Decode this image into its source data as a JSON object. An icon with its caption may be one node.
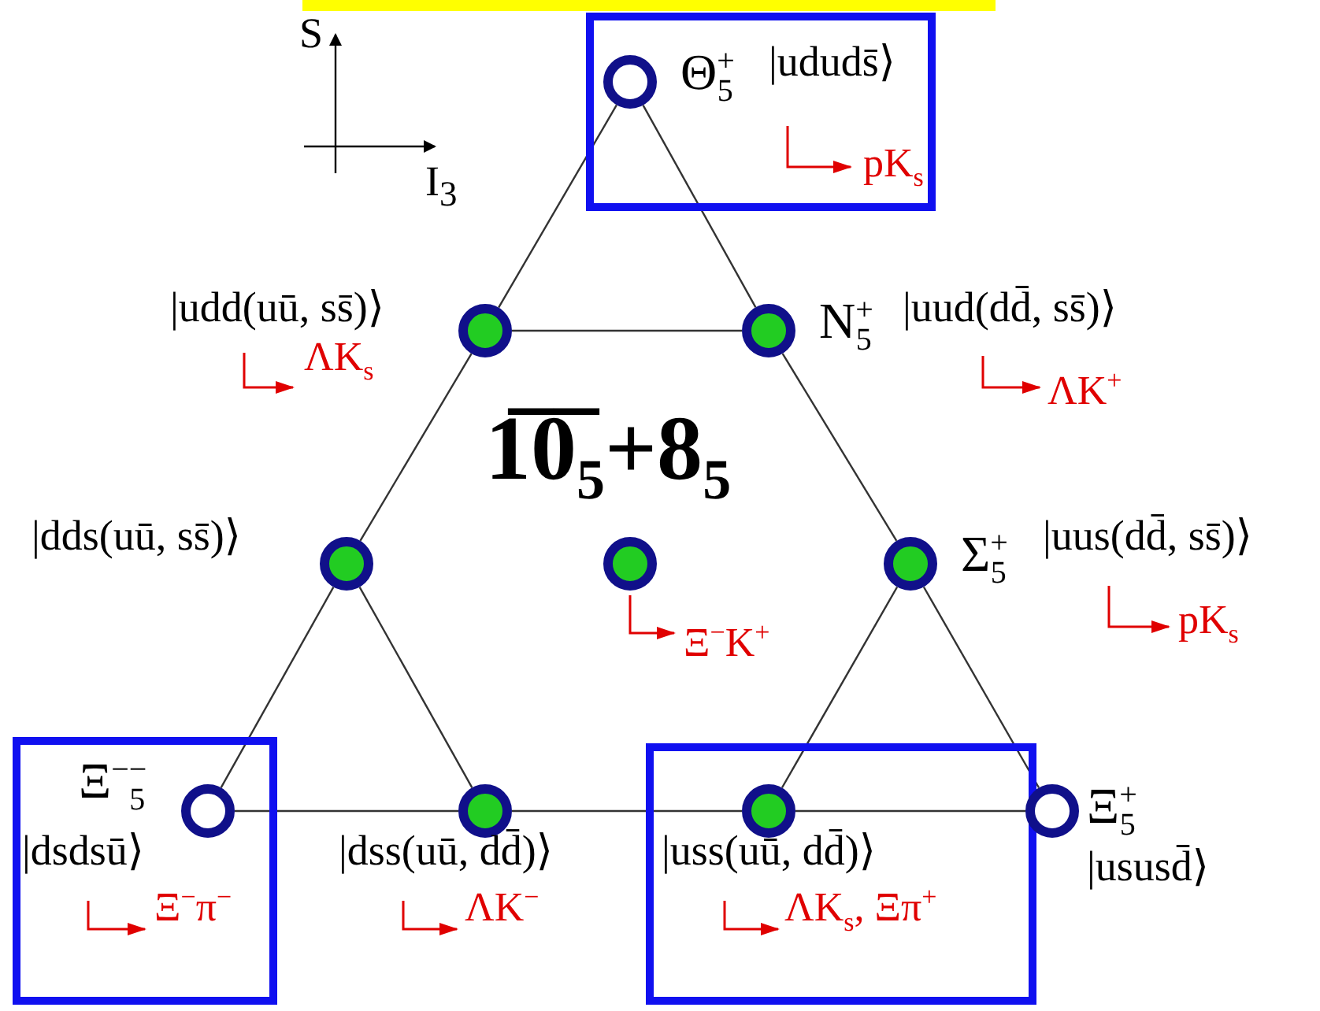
{
  "diagram": {
    "nodes": [
      {
        "text": [],
        "shape": "box"
      },
      {
        "text": [],
        "shape": "circle",
        "in": 0,
        "beside": [
          "Θ$^{+}$$_{5}$",
          "|ududs̄⟩",
          "pK$_{s}$"
        ]
      },
      {
        "text": [],
        "shape": "circle",
        "beside": [
          "|udd(uū, ss̄)⟩",
          "ΛK$_{s}$"
        ]
      },
      {
        "text": [],
        "shape": "circle",
        "beside": [
          "N$^{+}$$_{5}$",
          "|uud(dd̄, ss̄)⟩",
          "ΛK$^{+}$"
        ]
      },
      {
        "text": [],
        "shape": "circle",
        "beside": [
          "|dds(uū, ss̄)⟩"
        ]
      },
      {
        "text": [],
        "shape": "circle",
        "beside": [
          "Ξ$^{−}$K$^{+}$"
        ]
      },
      {
        "text": [],
        "shape": "circle",
        "beside": [
          "Σ$^{+}$$_{5}$",
          "|uus(dd̄, ss̄)⟩",
          "pK$_{s}$"
        ]
      },
      {
        "text": [],
        "shape": "box"
      },
      {
        "text": [],
        "shape": "circle",
        "in": 7,
        "beside": [
          "Ξ$^{−−}$$_{5}$",
          "|dsdsū⟩",
          "Ξ$^{−}$π$^{−}$"
        ]
      },
      {
        "text": [],
        "shape": "circle",
        "beside": [
          "|dss(uū, dd̄)⟩",
          "ΛK$^{−}$"
        ]
      },
      {
        "text": [],
        "shape": "box"
      },
      {
        "text": [],
        "shape": "circle",
        "in": 10,
        "beside": [
          "|uss(uū, dd̄)⟩",
          "ΛK$_{s}$, Ξπ$^{+}$"
        ]
      },
      {
        "text": [],
        "shape": "circle",
        "beside": [
          "Ξ$^{+}$$_{5}$",
          "|ususd̄⟩"
        ]
      }
    ],
    "edges": [
      {
        "from": 1,
        "to": 2,
        "arrow": "none"
      },
      {
        "from": 2,
        "to": 4,
        "arrow": "none"
      },
      {
        "from": 4,
        "to": 8,
        "arrow": "none"
      },
      {
        "from": 1,
        "to": 3,
        "arrow": "none"
      },
      {
        "from": 3,
        "to": 6,
        "arrow": "none"
      },
      {
        "from": 6,
        "to": 12,
        "arrow": "none"
      },
      {
        "from": 8,
        "to": 9,
        "arrow": "none"
      },
      {
        "from": 9,
        "to": 11,
        "arrow": "none"
      },
      {
        "from": 11,
        "to": 12,
        "arrow": "none"
      },
      {
        "from": 2,
        "to": 3,
        "arrow": "none"
      },
      {
        "from": 4,
        "to": 9,
        "arrow": "none"
      },
      {
        "from": 6,
        "to": 11,
        "arrow": "none"
      }
    ],
    "labels": [
      "S",
      "I$_{3}$",
      "1̅0̅$_{5}$+8$_{5}$"
    ]
  }
}
